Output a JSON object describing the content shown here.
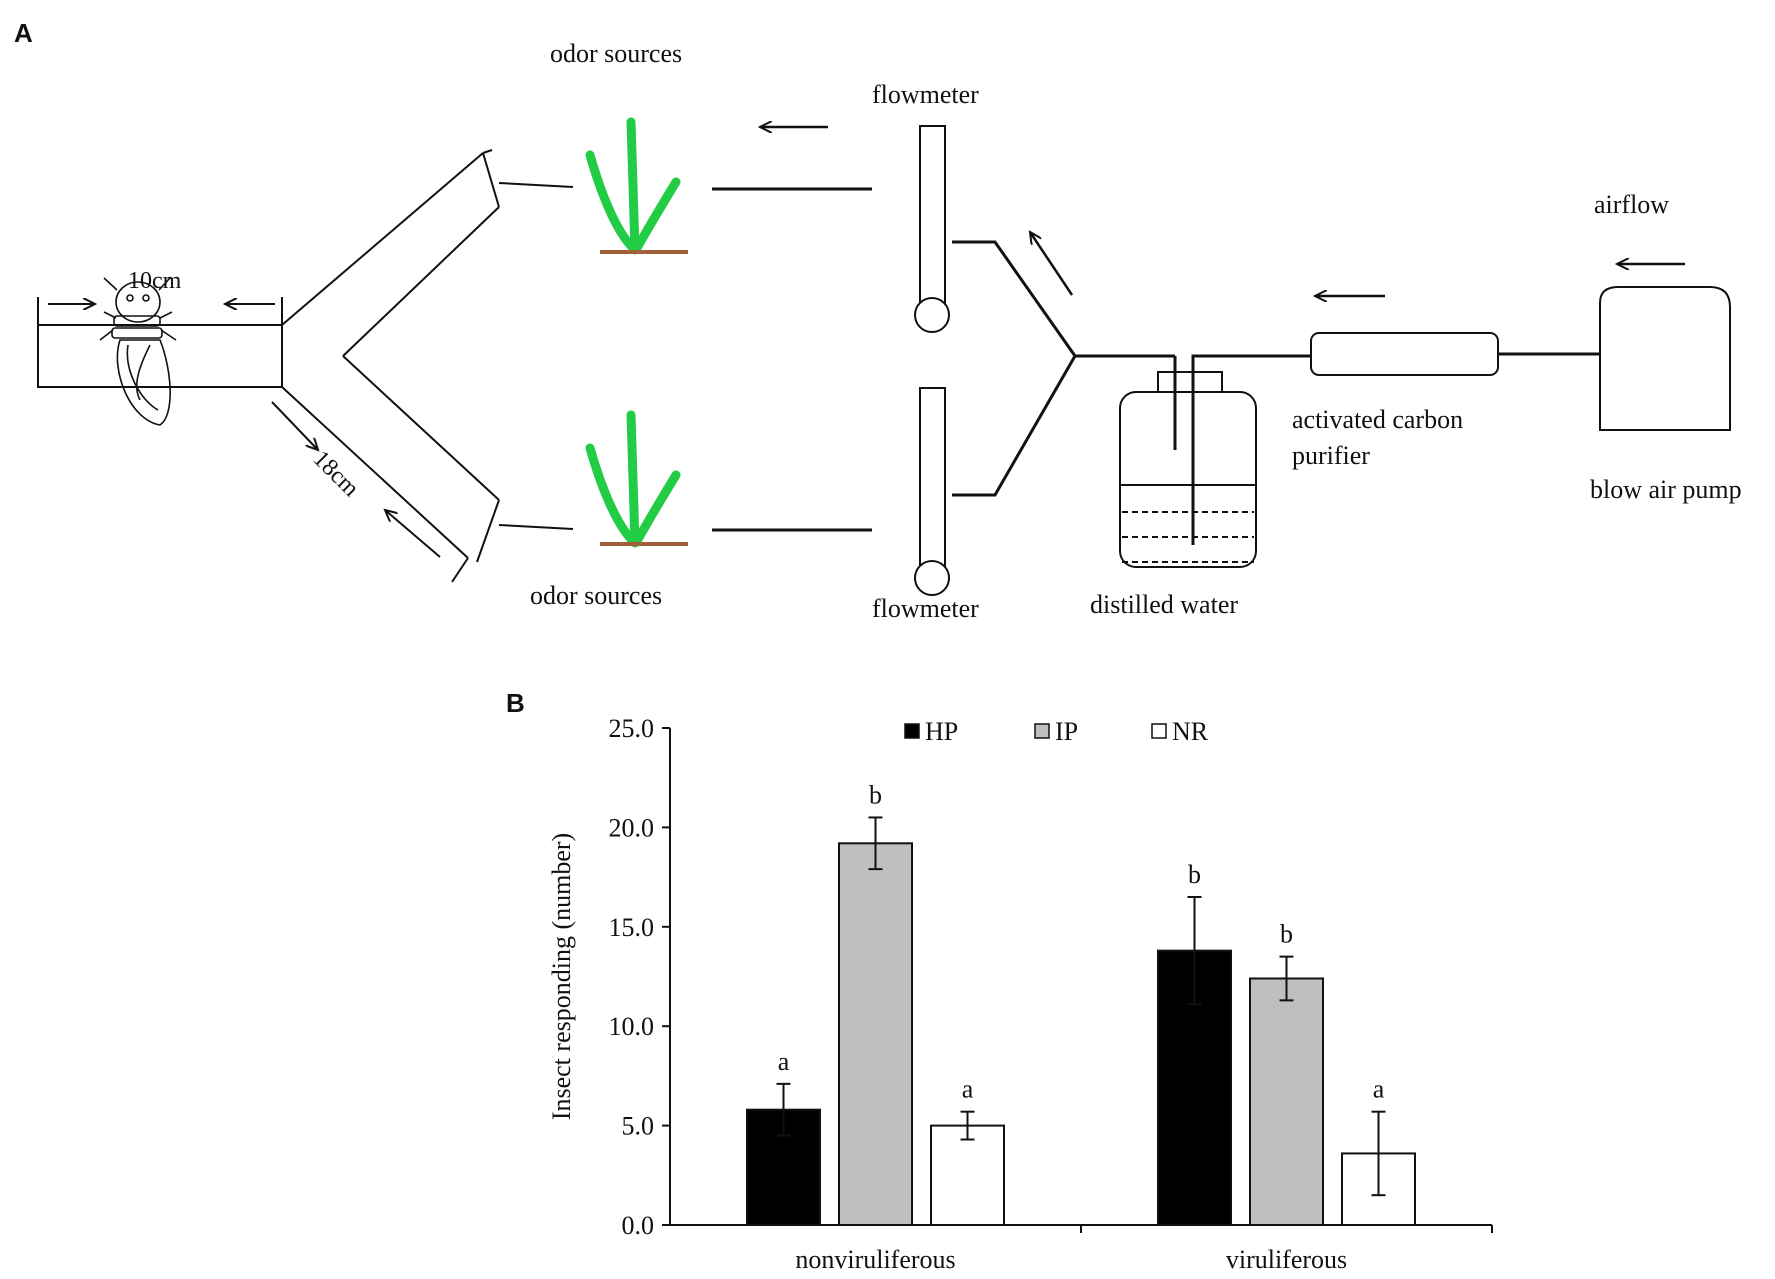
{
  "panel_a": {
    "letter": "A",
    "labels": {
      "odor_sources_top": "odor sources",
      "odor_sources_bottom": "odor sources",
      "flowmeter_top": "flowmeter",
      "flowmeter_bottom": "flowmeter",
      "airflow": "airflow",
      "activated_carbon_line1": "activated carbon",
      "activated_carbon_line2": "purifier",
      "blow_air_pump": "blow air pump",
      "distilled_water": "distilled water",
      "dim_10cm": "10cm",
      "dim_18cm": "18cm"
    },
    "colors": {
      "plant": "#22cc44",
      "soil": "#a0603a",
      "line": "#111111"
    }
  },
  "panel_b": {
    "letter": "B",
    "chart_data": {
      "type": "bar",
      "categories": [
        "nonviruliferous",
        "viruliferous"
      ],
      "series": [
        {
          "name": "HP",
          "color": "#000000",
          "values": [
            5.8,
            13.8
          ],
          "errors": [
            1.3,
            2.7
          ],
          "letters": [
            "a",
            "b"
          ]
        },
        {
          "name": "IP",
          "color": "#bfbfbf",
          "values": [
            19.2,
            12.4
          ],
          "errors": [
            1.3,
            1.1
          ],
          "letters": [
            "b",
            "b"
          ]
        },
        {
          "name": "NR",
          "color": "#ffffff",
          "values": [
            5.0,
            3.6
          ],
          "errors": [
            0.7,
            2.1
          ],
          "letters": [
            "a",
            "a"
          ]
        }
      ],
      "ylabel": "Insect responding (number)",
      "ylim": [
        0,
        25
      ],
      "yticks": [
        "0.0",
        "5.0",
        "10.0",
        "15.0",
        "20.0",
        "25.0"
      ],
      "ytick_values": [
        0,
        5,
        10,
        15,
        20,
        25
      ],
      "legend": "top-center",
      "grid": false
    }
  }
}
